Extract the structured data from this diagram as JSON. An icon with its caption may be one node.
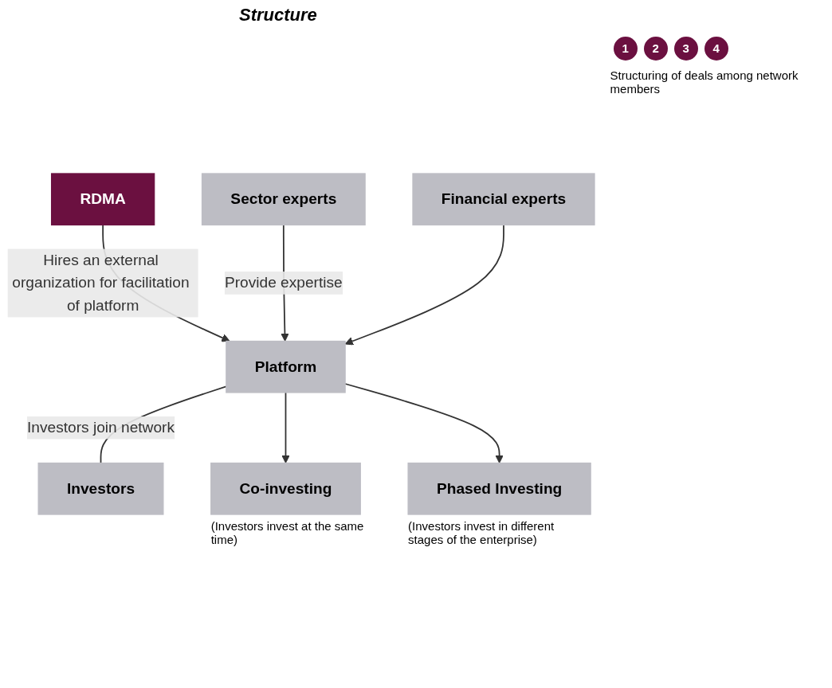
{
  "diagram": {
    "title": "Structure",
    "nodes": [
      {
        "text": [
          "RDMA"
        ]
      },
      {
        "text": [
          "Platform"
        ]
      },
      {
        "text": [
          "Sector experts"
        ]
      },
      {
        "text": [
          "Financial experts"
        ]
      },
      {
        "text": [
          "Investors"
        ]
      },
      {
        "text": [
          "Co-investing"
        ],
        "beside": [
          "(Investors invest at the same time)"
        ]
      },
      {
        "text": [
          "Phased Investing"
        ],
        "beside": [
          "(Investors invest in different stages of the enterprise)"
        ]
      }
    ],
    "edges": [
      {
        "from": 0,
        "to": 1,
        "arrow": "to",
        "label": "Hires an external organization for facilitation of platform"
      },
      {
        "from": 2,
        "to": 1,
        "arrow": "to",
        "label": "Provide expertise"
      },
      {
        "from": 3,
        "to": 1,
        "arrow": "to"
      },
      {
        "from": 1,
        "to": 4,
        "arrow": "none",
        "label": "Investors join network"
      },
      {
        "from": 1,
        "to": 5,
        "arrow": "to"
      },
      {
        "from": 1,
        "to": 6,
        "arrow": "to"
      }
    ],
    "labels": [
      "1",
      "2",
      "3",
      "4",
      "Structuring of deals among network members"
    ]
  }
}
